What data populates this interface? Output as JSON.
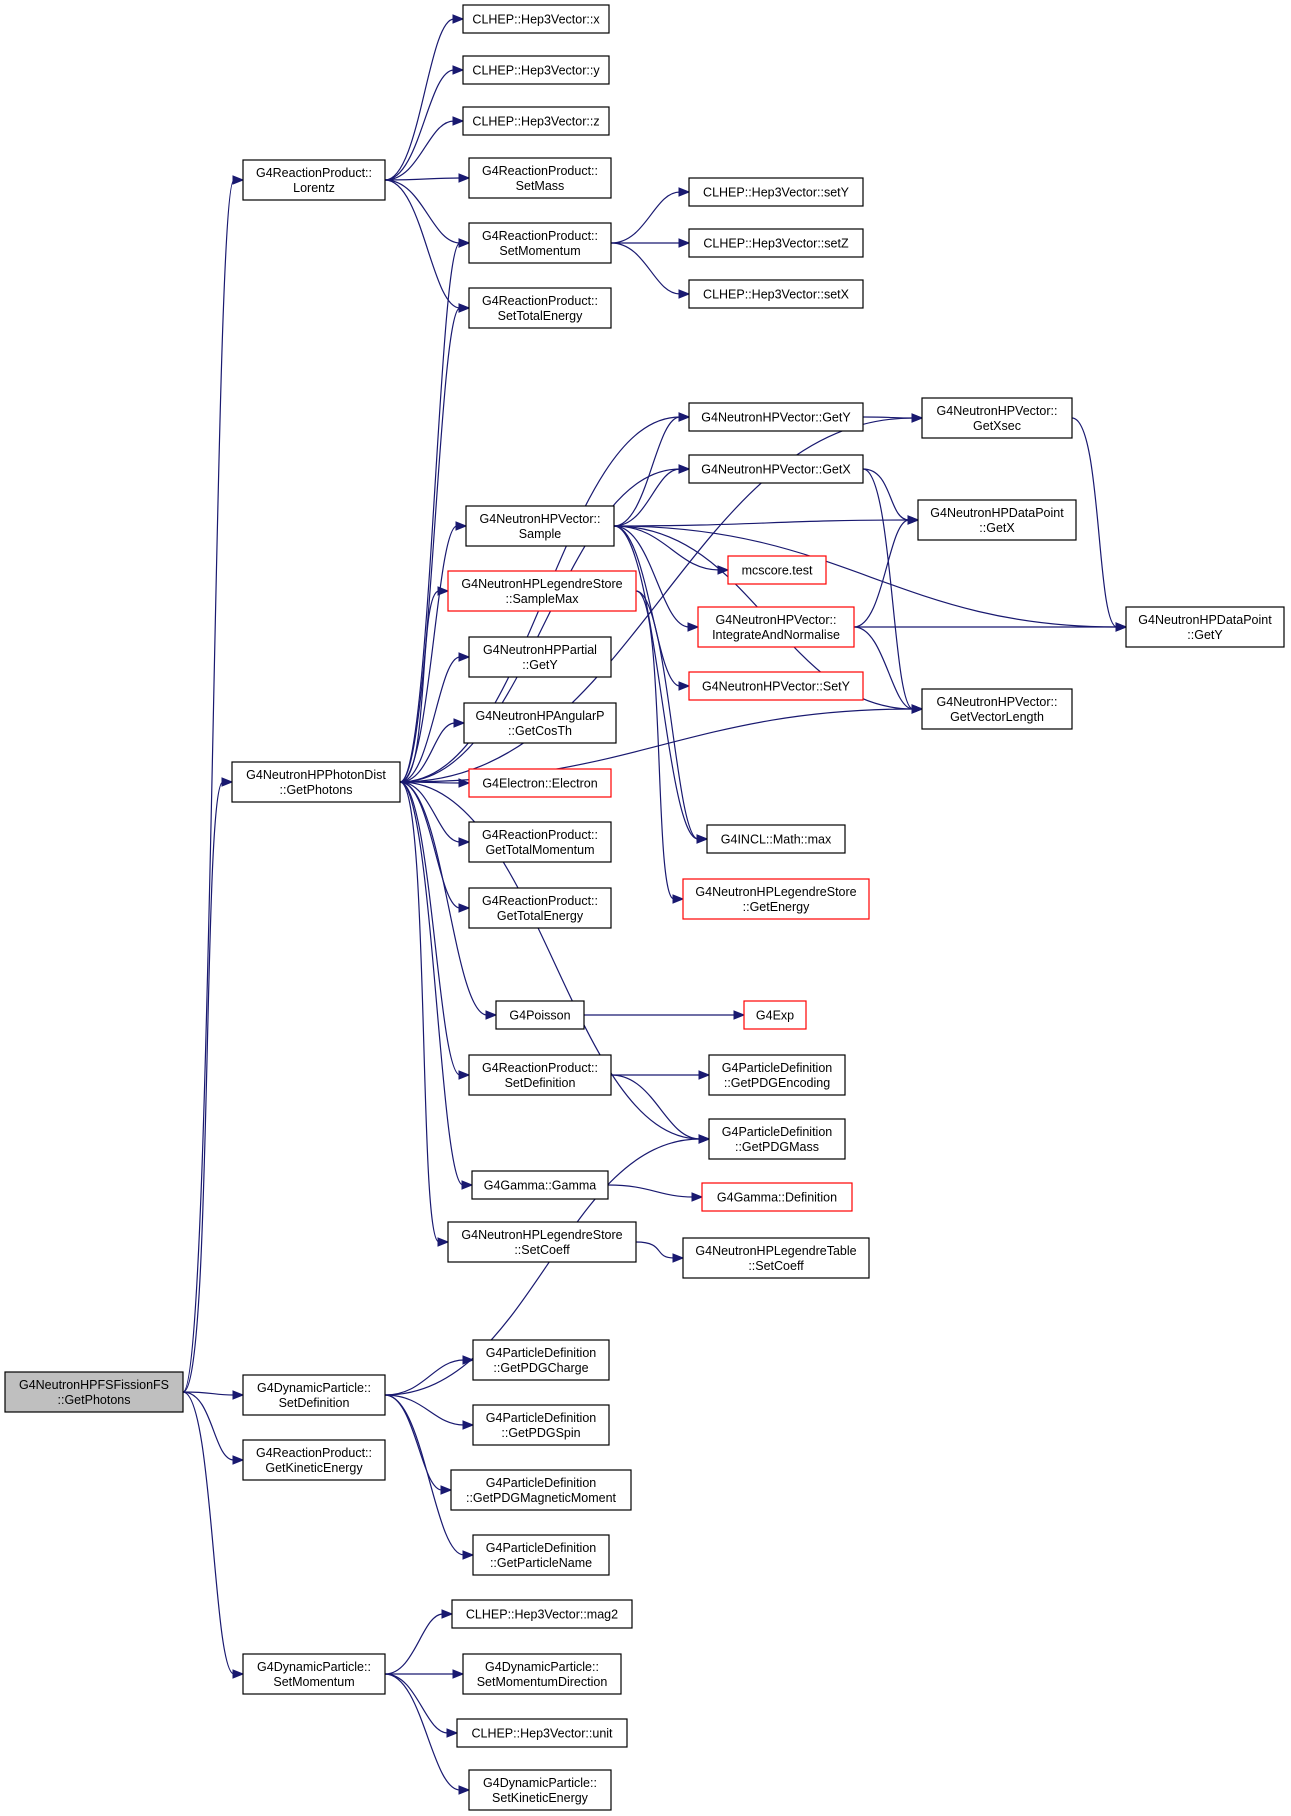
{
  "graph": {
    "edge_color": "#191970",
    "external_node_border_color": "#ff0000",
    "root_fill_color": "#bfbfbf",
    "nodes": [
      {
        "id": "root",
        "lines": [
          "G4NeutronHPFSFissionFS",
          "::GetPhotons"
        ],
        "style": "root"
      },
      {
        "id": "lorentz",
        "lines": [
          "G4ReactionProduct::",
          "Lorentz"
        ],
        "style": "normal"
      },
      {
        "id": "photons",
        "lines": [
          "G4NeutronHPPhotonDist",
          "::GetPhotons"
        ],
        "style": "normal"
      },
      {
        "id": "dpsetdef",
        "lines": [
          "G4DynamicParticle::",
          "SetDefinition"
        ],
        "style": "normal"
      },
      {
        "id": "rpgetke",
        "lines": [
          "G4ReactionProduct::",
          "GetKineticEnergy"
        ],
        "style": "normal"
      },
      {
        "id": "dpsetmom",
        "lines": [
          "G4DynamicParticle::",
          "SetMomentum"
        ],
        "style": "normal"
      },
      {
        "id": "hx",
        "lines": [
          "CLHEP::Hep3Vector::x"
        ],
        "style": "normal"
      },
      {
        "id": "hy",
        "lines": [
          "CLHEP::Hep3Vector::y"
        ],
        "style": "normal"
      },
      {
        "id": "hz",
        "lines": [
          "CLHEP::Hep3Vector::z"
        ],
        "style": "normal"
      },
      {
        "id": "rpsetmass",
        "lines": [
          "G4ReactionProduct::",
          "SetMass"
        ],
        "style": "normal"
      },
      {
        "id": "rpsetmom",
        "lines": [
          "G4ReactionProduct::",
          "SetMomentum"
        ],
        "style": "normal"
      },
      {
        "id": "rpsette",
        "lines": [
          "G4ReactionProduct::",
          "SetTotalEnergy"
        ],
        "style": "normal"
      },
      {
        "id": "hsety",
        "lines": [
          "CLHEP::Hep3Vector::setY"
        ],
        "style": "normal"
      },
      {
        "id": "hsetz",
        "lines": [
          "CLHEP::Hep3Vector::setZ"
        ],
        "style": "normal"
      },
      {
        "id": "hsetx",
        "lines": [
          "CLHEP::Hep3Vector::setX"
        ],
        "style": "normal"
      },
      {
        "id": "vgety",
        "lines": [
          "G4NeutronHPVector::GetY"
        ],
        "style": "normal"
      },
      {
        "id": "vgetxsec",
        "lines": [
          "G4NeutronHPVector::",
          "GetXsec"
        ],
        "style": "normal"
      },
      {
        "id": "vgetx",
        "lines": [
          "G4NeutronHPVector::GetX"
        ],
        "style": "normal"
      },
      {
        "id": "vsample",
        "lines": [
          "G4NeutronHPVector::",
          "Sample"
        ],
        "style": "normal"
      },
      {
        "id": "dpgetx",
        "lines": [
          "G4NeutronHPDataPoint",
          "::GetX"
        ],
        "style": "normal"
      },
      {
        "id": "mcs",
        "lines": [
          "mcscore.test"
        ],
        "style": "red"
      },
      {
        "id": "lssamplemax",
        "lines": [
          "G4NeutronHPLegendreStore",
          "::SampleMax"
        ],
        "style": "red"
      },
      {
        "id": "vintnorm",
        "lines": [
          "G4NeutronHPVector::",
          "IntegrateAndNormalise"
        ],
        "style": "red"
      },
      {
        "id": "dpgety",
        "lines": [
          "G4NeutronHPDataPoint",
          "::GetY"
        ],
        "style": "normal"
      },
      {
        "id": "partgety",
        "lines": [
          "G4NeutronHPPartial",
          "::GetY"
        ],
        "style": "normal"
      },
      {
        "id": "vsety",
        "lines": [
          "G4NeutronHPVector::SetY"
        ],
        "style": "red"
      },
      {
        "id": "vgetlen",
        "lines": [
          "G4NeutronHPVector::",
          "GetVectorLength"
        ],
        "style": "normal"
      },
      {
        "id": "angcos",
        "lines": [
          "G4NeutronHPAngularP",
          "::GetCosTh"
        ],
        "style": "normal"
      },
      {
        "id": "electron",
        "lines": [
          "G4Electron::Electron"
        ],
        "style": "red"
      },
      {
        "id": "rpgettm",
        "lines": [
          "G4ReactionProduct::",
          "GetTotalMomentum"
        ],
        "style": "normal"
      },
      {
        "id": "inclmax",
        "lines": [
          "G4INCL::Math::max"
        ],
        "style": "normal"
      },
      {
        "id": "rpgette",
        "lines": [
          "G4ReactionProduct::",
          "GetTotalEnergy"
        ],
        "style": "normal"
      },
      {
        "id": "lsgetenergy",
        "lines": [
          "G4NeutronHPLegendreStore",
          "::GetEnergy"
        ],
        "style": "red"
      },
      {
        "id": "poisson",
        "lines": [
          "G4Poisson"
        ],
        "style": "normal"
      },
      {
        "id": "g4exp",
        "lines": [
          "G4Exp"
        ],
        "style": "red"
      },
      {
        "id": "rpsetdef",
        "lines": [
          "G4ReactionProduct::",
          "SetDefinition"
        ],
        "style": "normal"
      },
      {
        "id": "pdgenc",
        "lines": [
          "G4ParticleDefinition",
          "::GetPDGEncoding"
        ],
        "style": "normal"
      },
      {
        "id": "pdgmass",
        "lines": [
          "G4ParticleDefinition",
          "::GetPDGMass"
        ],
        "style": "normal"
      },
      {
        "id": "gamma",
        "lines": [
          "G4Gamma::Gamma"
        ],
        "style": "normal"
      },
      {
        "id": "gammadef",
        "lines": [
          "G4Gamma::Definition"
        ],
        "style": "red"
      },
      {
        "id": "lssetcoeff",
        "lines": [
          "G4NeutronHPLegendreStore",
          "::SetCoeff"
        ],
        "style": "normal"
      },
      {
        "id": "ltsetcoeff",
        "lines": [
          "G4NeutronHPLegendreTable",
          "::SetCoeff"
        ],
        "style": "normal"
      },
      {
        "id": "pdgcharge",
        "lines": [
          "G4ParticleDefinition",
          "::GetPDGCharge"
        ],
        "style": "normal"
      },
      {
        "id": "pdgspin",
        "lines": [
          "G4ParticleDefinition",
          "::GetPDGSpin"
        ],
        "style": "normal"
      },
      {
        "id": "pdgmag",
        "lines": [
          "G4ParticleDefinition",
          "::GetPDGMagneticMoment"
        ],
        "style": "normal"
      },
      {
        "id": "pname",
        "lines": [
          "G4ParticleDefinition",
          "::GetParticleName"
        ],
        "style": "normal"
      },
      {
        "id": "mag2",
        "lines": [
          "CLHEP::Hep3Vector::mag2"
        ],
        "style": "normal"
      },
      {
        "id": "dpsetmomdir",
        "lines": [
          "G4DynamicParticle::",
          "SetMomentumDirection"
        ],
        "style": "normal"
      },
      {
        "id": "unit",
        "lines": [
          "CLHEP::Hep3Vector::unit"
        ],
        "style": "normal"
      },
      {
        "id": "dpsetke",
        "lines": [
          "G4DynamicParticle::",
          "SetKineticEnergy"
        ],
        "style": "normal"
      }
    ],
    "edges": [
      {
        "from": "root",
        "to": "lorentz"
      },
      {
        "from": "root",
        "to": "photons"
      },
      {
        "from": "root",
        "to": "dpsetdef"
      },
      {
        "from": "root",
        "to": "rpgetke"
      },
      {
        "from": "root",
        "to": "dpsetmom"
      },
      {
        "from": "lorentz",
        "to": "hx"
      },
      {
        "from": "lorentz",
        "to": "hy"
      },
      {
        "from": "lorentz",
        "to": "hz"
      },
      {
        "from": "lorentz",
        "to": "rpsetmass"
      },
      {
        "from": "lorentz",
        "to": "rpsetmom"
      },
      {
        "from": "lorentz",
        "to": "rpsette"
      },
      {
        "from": "rpsetmom",
        "to": "hsety"
      },
      {
        "from": "rpsetmom",
        "to": "hsetz"
      },
      {
        "from": "rpsetmom",
        "to": "hsetx"
      },
      {
        "from": "photons",
        "to": "rpsetmom"
      },
      {
        "from": "photons",
        "to": "rpsette"
      },
      {
        "from": "photons",
        "to": "vgetxsec"
      },
      {
        "from": "photons",
        "to": "vgety"
      },
      {
        "from": "photons",
        "to": "vgetx"
      },
      {
        "from": "photons",
        "to": "vsample"
      },
      {
        "from": "photons",
        "to": "lssamplemax"
      },
      {
        "from": "photons",
        "to": "partgety"
      },
      {
        "from": "photons",
        "to": "angcos"
      },
      {
        "from": "photons",
        "to": "electron"
      },
      {
        "from": "photons",
        "to": "rpgettm"
      },
      {
        "from": "photons",
        "to": "rpgette"
      },
      {
        "from": "photons",
        "to": "vgetlen"
      },
      {
        "from": "photons",
        "to": "poisson"
      },
      {
        "from": "photons",
        "to": "rpsetdef"
      },
      {
        "from": "photons",
        "to": "pdgmass"
      },
      {
        "from": "photons",
        "to": "gamma"
      },
      {
        "from": "photons",
        "to": "lssetcoeff"
      },
      {
        "from": "vgety",
        "to": "vgetxsec"
      },
      {
        "from": "vgetxsec",
        "to": "dpgety"
      },
      {
        "from": "vgetx",
        "to": "dpgetx"
      },
      {
        "from": "vgetx",
        "to": "vgetlen"
      },
      {
        "from": "vsample",
        "to": "vgety"
      },
      {
        "from": "vsample",
        "to": "vgetx"
      },
      {
        "from": "vsample",
        "to": "dpgetx"
      },
      {
        "from": "vsample",
        "to": "mcs"
      },
      {
        "from": "vsample",
        "to": "vintnorm"
      },
      {
        "from": "vsample",
        "to": "vsety"
      },
      {
        "from": "vsample",
        "to": "vgetlen"
      },
      {
        "from": "vsample",
        "to": "dpgety"
      },
      {
        "from": "vsample",
        "to": "inclmax"
      },
      {
        "from": "lssamplemax",
        "to": "inclmax"
      },
      {
        "from": "lssamplemax",
        "to": "lsgetenergy"
      },
      {
        "from": "vintnorm",
        "to": "dpgetx"
      },
      {
        "from": "vintnorm",
        "to": "dpgety"
      },
      {
        "from": "vintnorm",
        "to": "vgetlen"
      },
      {
        "from": "poisson",
        "to": "g4exp"
      },
      {
        "from": "rpsetdef",
        "to": "pdgenc"
      },
      {
        "from": "rpsetdef",
        "to": "pdgmass"
      },
      {
        "from": "gamma",
        "to": "gammadef"
      },
      {
        "from": "lssetcoeff",
        "to": "ltsetcoeff"
      },
      {
        "from": "dpsetdef",
        "to": "pdgmass"
      },
      {
        "from": "dpsetdef",
        "to": "pdgcharge"
      },
      {
        "from": "dpsetdef",
        "to": "pdgspin"
      },
      {
        "from": "dpsetdef",
        "to": "pdgmag"
      },
      {
        "from": "dpsetdef",
        "to": "pname"
      },
      {
        "from": "dpsetmom",
        "to": "mag2"
      },
      {
        "from": "dpsetmom",
        "to": "dpsetmomdir"
      },
      {
        "from": "dpsetmom",
        "to": "unit"
      },
      {
        "from": "dpsetmom",
        "to": "dpsetke"
      }
    ]
  }
}
